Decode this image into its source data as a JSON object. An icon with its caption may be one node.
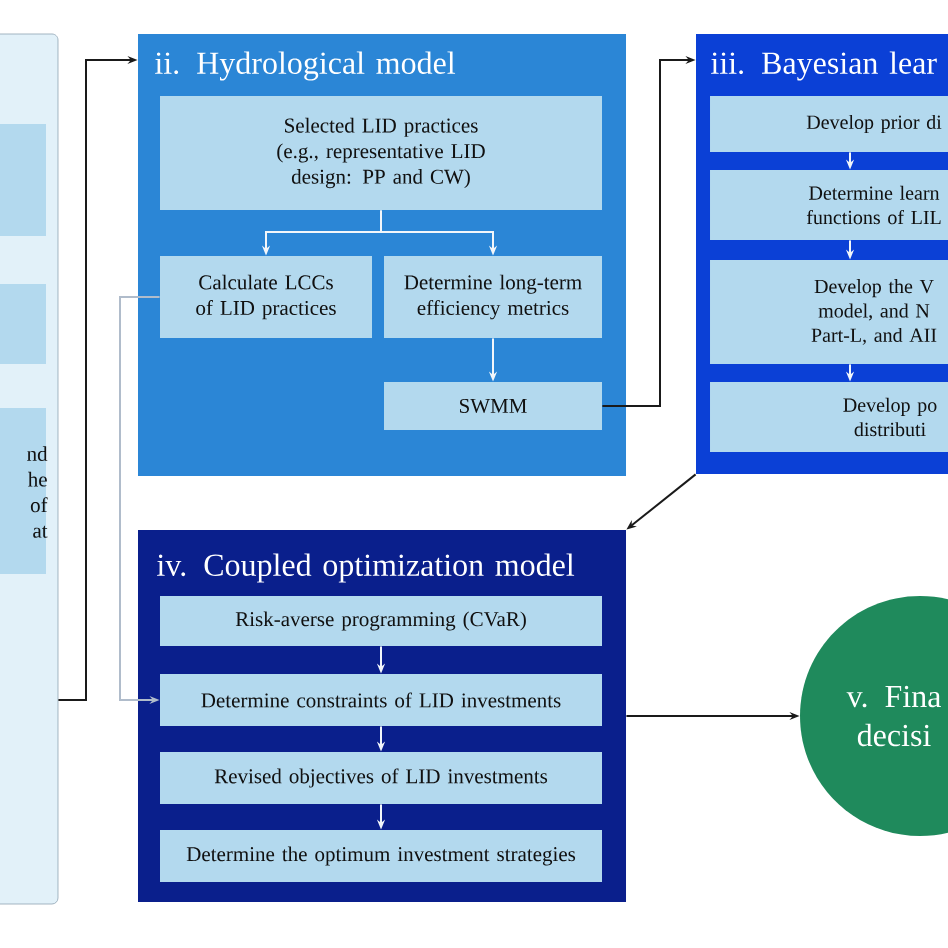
{
  "diagram": {
    "nodes": [
      {
        "text": [],
        "shape": "box"
      },
      {
        "text": [],
        "shape": "box",
        "in": 0
      },
      {
        "text": [],
        "shape": "box",
        "in": 0
      },
      {
        "text": [
          "nd he of at"
        ],
        "in": 0
      },
      {
        "text": [
          "ii. Hydrological model"
        ]
      },
      {
        "text": [
          "Selected LID practices (e.g., representative LID design: PP and CW)"
        ],
        "in": 4
      },
      {
        "text": [
          "Calculate LCCs of LID practices"
        ],
        "in": 4
      },
      {
        "text": [
          "Determine long-term efficiency metrics"
        ],
        "in": 4
      },
      {
        "text": [
          "SWMM"
        ],
        "in": 4
      },
      {
        "text": [
          "iii. Bayesian lear"
        ]
      },
      {
        "text": [
          "Develop prior di"
        ],
        "in": 9
      },
      {
        "text": [
          "Determine learn functions of LIL"
        ],
        "in": 9
      },
      {
        "text": [
          "Develop the V model, and N Part-L, and AII"
        ],
        "in": 9
      },
      {
        "text": [
          "Develop po distributi"
        ],
        "in": 9
      },
      {
        "text": [
          "iv. Coupled optimization model"
        ]
      },
      {
        "text": [
          "Risk-averse programming (CVaR)"
        ],
        "in": 14
      },
      {
        "text": [
          "Determine constraints of LID investments"
        ],
        "in": 14
      },
      {
        "text": [
          "Revised objectives of LID investments"
        ],
        "in": 14
      },
      {
        "text": [
          "Determine the optimum investment strategies"
        ],
        "in": 14
      },
      {
        "text": [
          "v. Fina decisi"
        ]
      }
    ],
    "edges": [
      {
        "from": 0,
        "to": 4,
        "arrow": "to",
        "color": "#1a1a1a"
      },
      {
        "from": 5,
        "to": 6,
        "arrow": "to"
      },
      {
        "from": 5,
        "to": 7,
        "arrow": "to"
      },
      {
        "from": 7,
        "to": 8,
        "arrow": "to"
      },
      {
        "from": 6,
        "to": 16,
        "arrow": "to",
        "color": "#b0bccb"
      },
      {
        "from": 8,
        "to": 9,
        "arrow": "to",
        "color": "#1a1a1a"
      },
      {
        "from": 10,
        "to": 11,
        "arrow": "to"
      },
      {
        "from": 11,
        "to": 12,
        "arrow": "to"
      },
      {
        "from": 12,
        "to": 13,
        "arrow": "to"
      },
      {
        "from": 9,
        "to": 14,
        "arrow": "to",
        "color": "#1a1a1a"
      },
      {
        "from": 15,
        "to": 16,
        "arrow": "to"
      },
      {
        "from": 16,
        "to": 17,
        "arrow": "to"
      },
      {
        "from": 17,
        "to": 18,
        "arrow": "to"
      },
      {
        "from": 14,
        "to": 19,
        "arrow": "to",
        "color": "#1a1a1a"
      }
    ]
  }
}
